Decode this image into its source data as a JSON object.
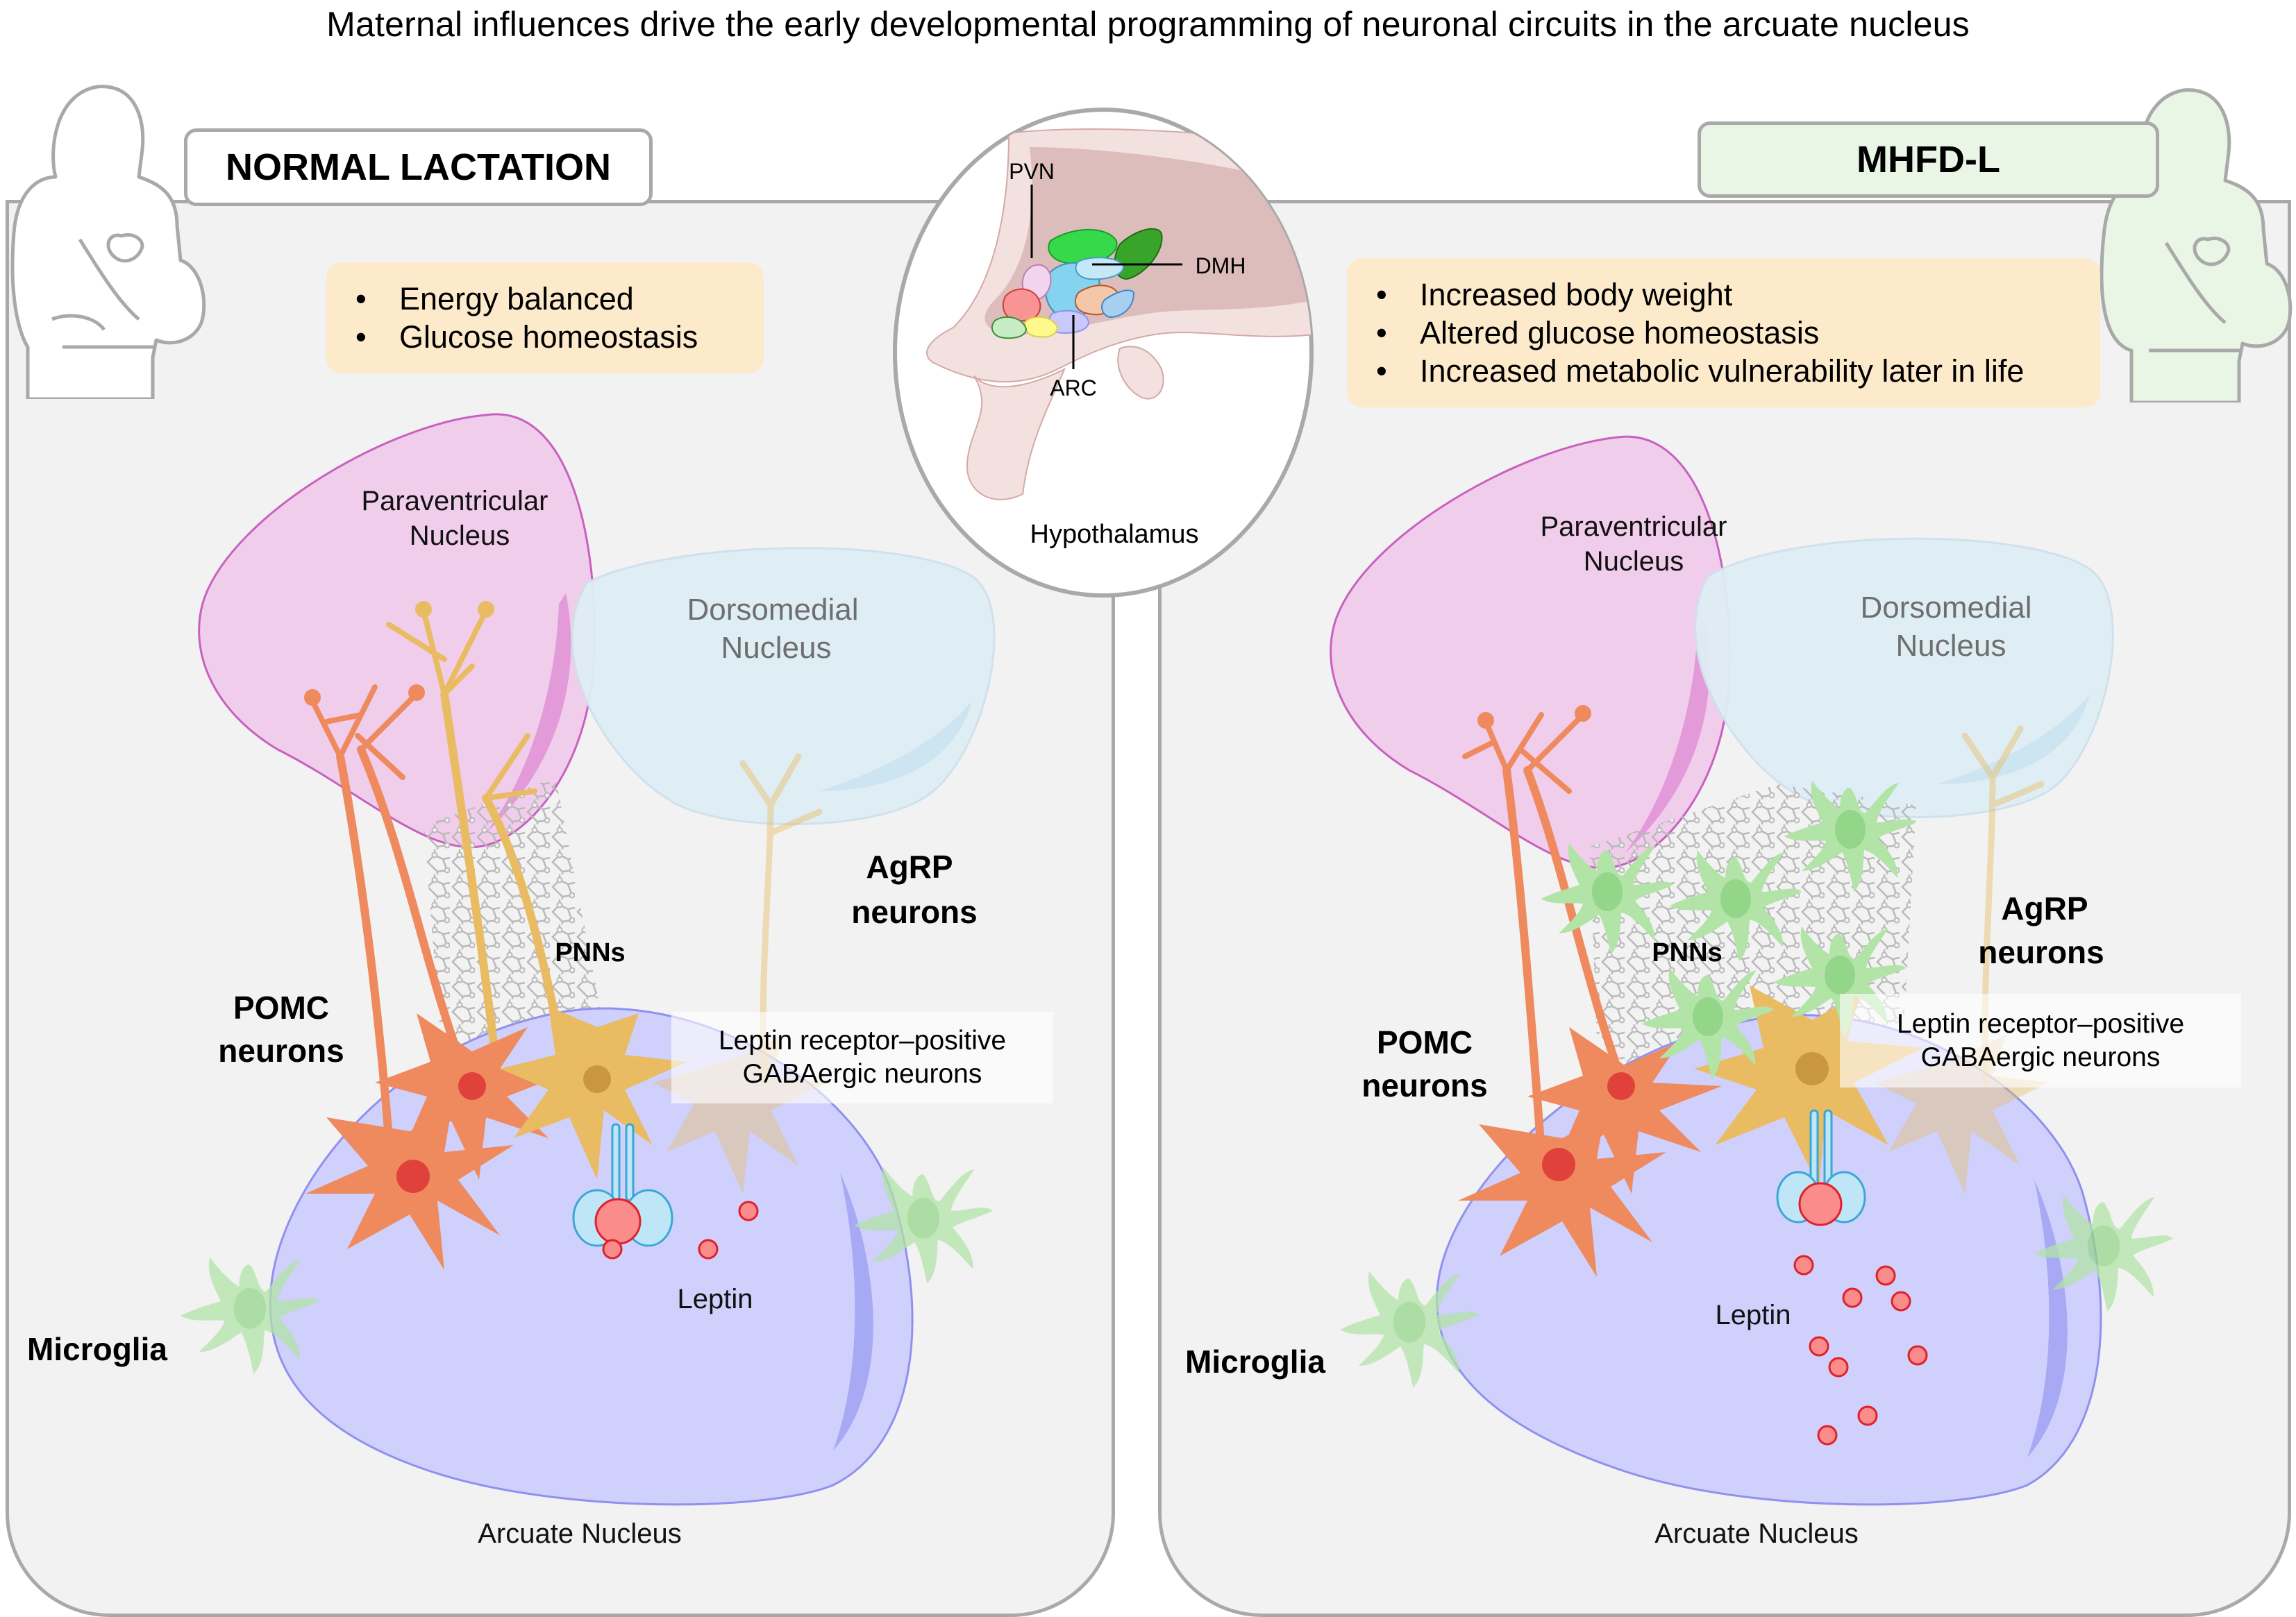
{
  "figure": {
    "title": "Maternal influences drive the early developmental programming of neuronal circuits in the arcuate nucleus"
  },
  "hypothalamus_inset": {
    "label": "Hypothalamus",
    "callouts": [
      "PVN",
      "DMH",
      "ARC"
    ]
  },
  "panels": [
    {
      "id": "left",
      "tab_label": "NORMAL LACTATION",
      "mother_icon_color": "#ffffff",
      "bullets": [
        "Energy balanced",
        "Glucose homeostasis"
      ],
      "labels": {
        "pvn": [
          "Paraventricular",
          "Nucleus"
        ],
        "dmn": [
          "Dorsomedial",
          "Nucleus"
        ],
        "agrp": [
          "AgRP",
          "neurons"
        ],
        "pnns": "PNNs",
        "pomc": [
          "POMC",
          "neurons"
        ],
        "lepr": [
          "Leptin receptor–positive",
          "GABAergic neurons"
        ],
        "leptin": "Leptin",
        "microglia": "Microglia",
        "arc": "Arcuate Nucleus"
      },
      "leptin_particle_count": 3,
      "activated_microglia_count": 0
    },
    {
      "id": "right",
      "tab_label": "MHFD-L",
      "mother_icon_color": "#e9f6e5",
      "bullets": [
        "Increased body weight",
        "Altered glucose homeostasis",
        "Increased metabolic vulnerability later in life"
      ],
      "labels": {
        "pvn": [
          "Paraventricular",
          "Nucleus"
        ],
        "dmn": [
          "Dorsomedial",
          "Nucleus"
        ],
        "agrp": [
          "AgRP",
          "neurons"
        ],
        "pnns": "PNNs",
        "pomc": [
          "POMC",
          "neurons"
        ],
        "lepr": [
          "Leptin receptor–positive",
          "GABAergic neurons"
        ],
        "leptin": "Leptin",
        "microglia": "Microglia",
        "arc": "Arcuate Nucleus"
      },
      "leptin_particle_count": 9,
      "activated_microglia_count": 5
    }
  ],
  "colors": {
    "panel_bg": "#f2f2f2",
    "panel_border": "#a9a9a9",
    "bullet_box": "#fdeacb",
    "pvn_fill": "#f1cdec",
    "pvn_stroke": "#c860c0",
    "dmn_fill": "#dfeef5",
    "arc_fill": "#cfd0fb",
    "arc_stroke": "#8f90f0",
    "pomc": "#ee8a5e",
    "pomc_nucleus": "#e0413a",
    "agrp": "#e9bc63",
    "agrp_nucleus": "#c9973f",
    "microglia": "#b2e3a7",
    "leptin": "#fa8c8c",
    "receptor": "#bfe6f6"
  }
}
